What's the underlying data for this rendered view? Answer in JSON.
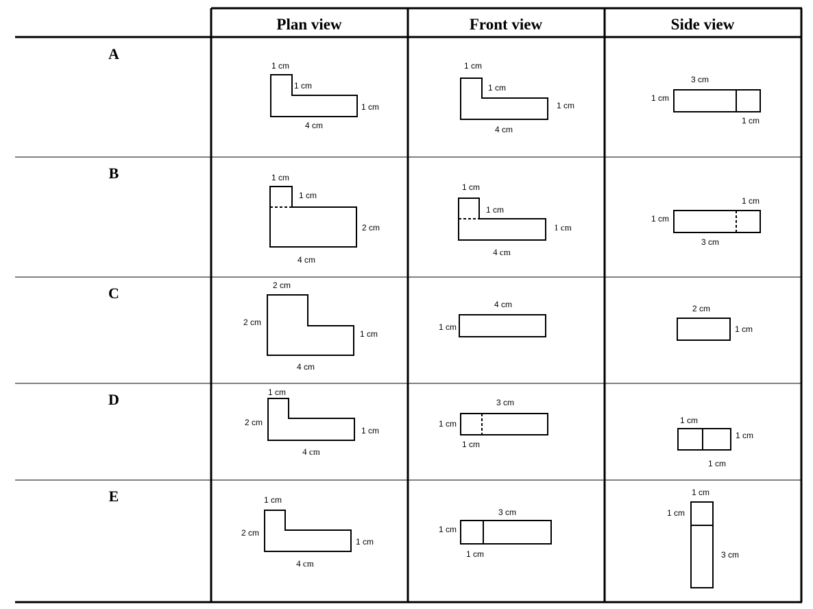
{
  "headers": {
    "plan": "Plan view",
    "front": "Front view",
    "side": "Side view"
  },
  "rows": [
    {
      "label": "A",
      "plan": [
        "1 cm",
        "1 cm",
        "1 cm",
        "4 cm"
      ],
      "front": [
        "1 cm",
        "1 cm",
        "1 cm",
        "4 cm"
      ],
      "side": [
        "3 cm",
        "1 cm",
        "1 cm"
      ]
    },
    {
      "label": "B",
      "plan": [
        "1 cm",
        "1 cm",
        "2 cm",
        "4 cm"
      ],
      "front": [
        "1 cm",
        "1 cm",
        "1 cm",
        "4 cm"
      ],
      "side": [
        "1 cm",
        "1 cm",
        "3 cm"
      ]
    },
    {
      "label": "C",
      "plan": [
        "2 cm",
        "2 cm",
        "1 cm",
        "4 cm"
      ],
      "front": [
        "4 cm",
        "1 cm"
      ],
      "side": [
        "2 cm",
        "1 cm"
      ]
    },
    {
      "label": "D",
      "plan": [
        "1 cm",
        "2 cm",
        "1 cm",
        "4 cm"
      ],
      "front": [
        "3 cm",
        "1 cm",
        "1 cm"
      ],
      "side": [
        "1 cm",
        "1 cm",
        "1 cm"
      ]
    },
    {
      "label": "E",
      "plan": [
        "1 cm",
        "2 cm",
        "1 cm",
        "4 cm"
      ],
      "front": [
        "3 cm",
        "1 cm",
        "1 cm"
      ],
      "side": [
        "1 cm",
        "1 cm",
        "3 cm"
      ]
    }
  ]
}
